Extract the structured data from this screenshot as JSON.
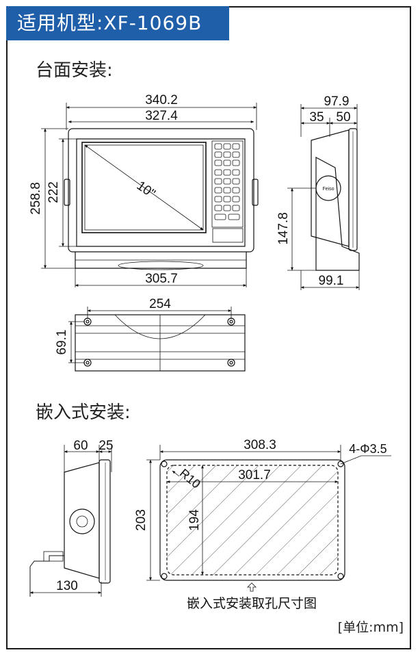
{
  "header": {
    "title": "适用机型:XF-1069B",
    "accent_color": "#1f5ea8"
  },
  "sections": {
    "desktop_title": "台面安装:",
    "flush_title": "嵌入式安装:"
  },
  "front_view": {
    "overall_width": "340.2",
    "bezel_width": "327.4",
    "overall_height": "258.8",
    "body_height": "222",
    "screen_size": "10\"",
    "bracket_width": "305.7"
  },
  "side_view": {
    "depth": "97.9",
    "front_depth": "35",
    "rear_depth": "50",
    "bracket_height": "147.8",
    "bracket_depth": "99.1",
    "knob_label": "Feiso"
  },
  "bracket_view": {
    "hole_spacing": "254",
    "hole_depth": "69.1"
  },
  "flush_side_view": {
    "depth": "60",
    "front": "25",
    "cable_length": "130"
  },
  "cutout_view": {
    "outer_width": "308.3",
    "inner_width": "301.7",
    "outer_height": "203",
    "inner_height": "194",
    "radius": "R10",
    "holes": "4-Φ3.5",
    "caption": "嵌入式安装取孔尺寸图"
  },
  "unit": "[单位:mm]"
}
